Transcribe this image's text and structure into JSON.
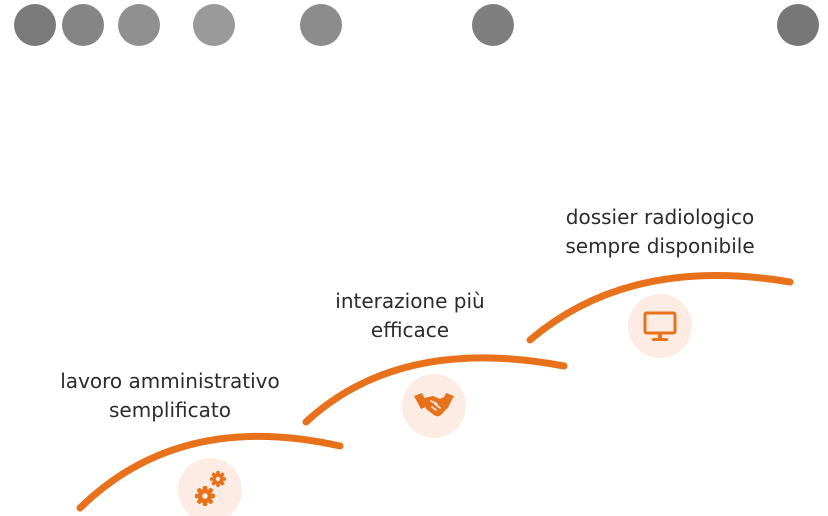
{
  "steps": [
    {
      "line1": "lavoro amministrativo",
      "line2": "semplificato",
      "icon": "gears-icon"
    },
    {
      "line1": "interazione più",
      "line2": "efficace",
      "icon": "handshake-icon"
    },
    {
      "line1": "dossier radiologico",
      "line2": "sempre disponibile",
      "icon": "monitor-icon"
    }
  ],
  "colors": {
    "accent": "#e8721c",
    "icon_bg": "#fdece3",
    "text": "#2b2b2b",
    "dots": "#8a8a8a"
  }
}
